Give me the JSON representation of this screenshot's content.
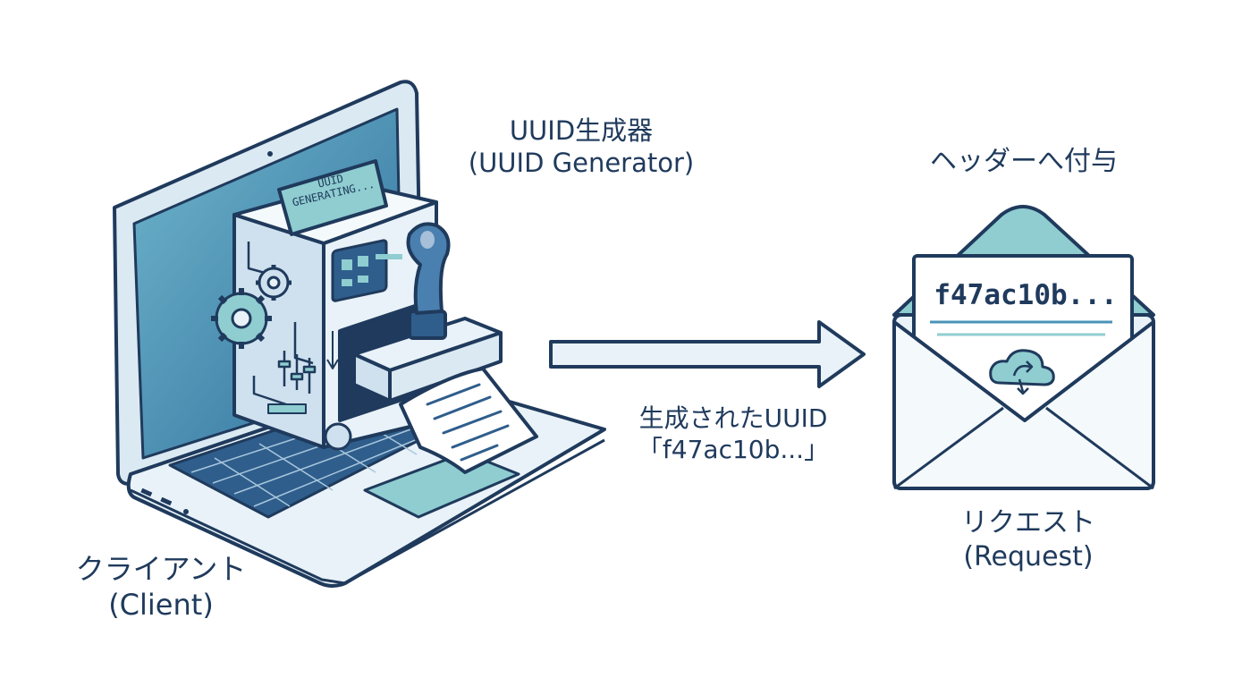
{
  "labels": {
    "generator": {
      "line1": "UUID生成器",
      "line2": "(UUID Generator)"
    },
    "header": {
      "text": "ヘッダーへ付与"
    },
    "uuid": {
      "line1": "生成されたUUID",
      "line2": "「f47ac10b...」"
    },
    "request": {
      "line1": "リクエスト",
      "line2": "(Request)"
    },
    "client": {
      "line1": "クライアント",
      "line2": "(Client)"
    }
  },
  "machine_sign": {
    "line1": "UUID",
    "line2": "GENERATING..."
  },
  "envelope_card": {
    "uuid_text": "f47ac10b..."
  },
  "colors": {
    "outline": "#1f3a5c",
    "screen": "#4a93b7",
    "accent_teal": "#8fcdd0",
    "light_fill": "#e8f2f8",
    "paper": "#ffffff"
  },
  "icons": {
    "gears": "gear-icon",
    "stamp": "stamp-icon",
    "arrow": "arrow-right-icon",
    "cloud": "cloud-sync-icon"
  }
}
